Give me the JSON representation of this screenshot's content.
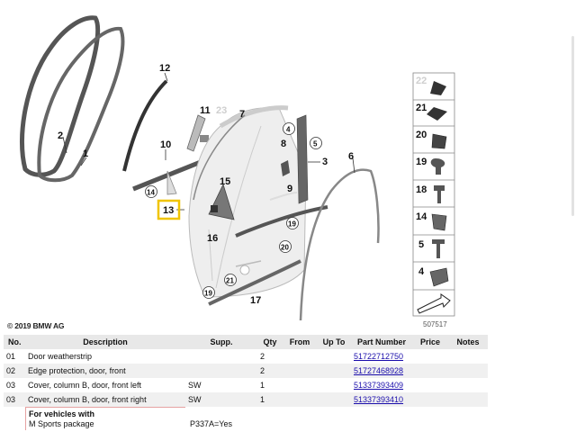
{
  "diagram": {
    "callouts": [
      "1",
      "2",
      "3",
      "4",
      "5",
      "6",
      "7",
      "8",
      "9",
      "10",
      "11",
      "12",
      "13",
      "14",
      "15",
      "16",
      "17",
      "19",
      "20",
      "21"
    ],
    "faded_callout": "23",
    "copyright": "© 2019 BMW AG",
    "highlight_color": "#f0c400"
  },
  "sidebar_parts": {
    "items": [
      {
        "label": "22",
        "faded": true
      },
      {
        "label": "21"
      },
      {
        "label": "20"
      },
      {
        "label": "19"
      },
      {
        "label": "18"
      },
      {
        "label": "14"
      },
      {
        "label": "5"
      },
      {
        "label": "4"
      }
    ],
    "diagram_number": "507517"
  },
  "table": {
    "headers": {
      "no": "No.",
      "description": "Description",
      "supp": "Supp.",
      "qty": "Qty",
      "from": "From",
      "upto": "Up To",
      "part_number": "Part Number",
      "price": "Price",
      "notes": "Notes"
    },
    "rows": [
      {
        "no": "01",
        "description": "Door weatherstrip",
        "supp": "",
        "qty": "2",
        "part_number": "51722712750"
      },
      {
        "no": "02",
        "description": "Edge protection, door, front",
        "supp": "",
        "qty": "2",
        "part_number": "51727468928"
      },
      {
        "no": "03",
        "description": "Cover, column B, door, front left",
        "supp": "SW",
        "qty": "1",
        "part_number": "51337393409"
      },
      {
        "no": "03",
        "description": "Cover, column B, door, front right",
        "supp": "SW",
        "qty": "1",
        "part_number": "51337393410"
      }
    ],
    "note": {
      "title": "For vehicles with",
      "text": "M Sports package",
      "code": "P337A=Yes"
    }
  }
}
